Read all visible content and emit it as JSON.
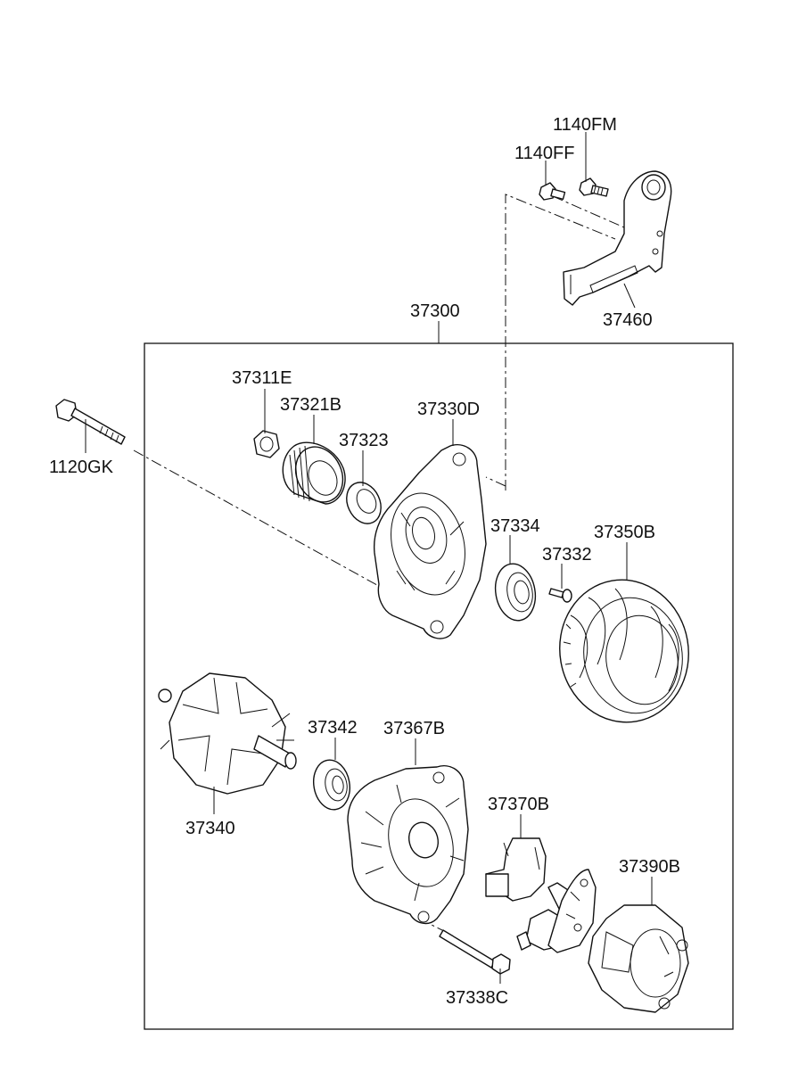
{
  "labels": {
    "p1140FM": "1140FM",
    "p1140FF": "1140FF",
    "p37460": "37460",
    "p37300": "37300",
    "p37311E": "37311E",
    "p37321B": "37321B",
    "p37323": "37323",
    "p37330D": "37330D",
    "p1120GK": "1120GK",
    "p37334": "37334",
    "p37332": "37332",
    "p37350B": "37350B",
    "p37342": "37342",
    "p37367B": "37367B",
    "p37340": "37340",
    "p37370B": "37370B",
    "p37390B": "37390B",
    "p37338C": "37338C"
  }
}
